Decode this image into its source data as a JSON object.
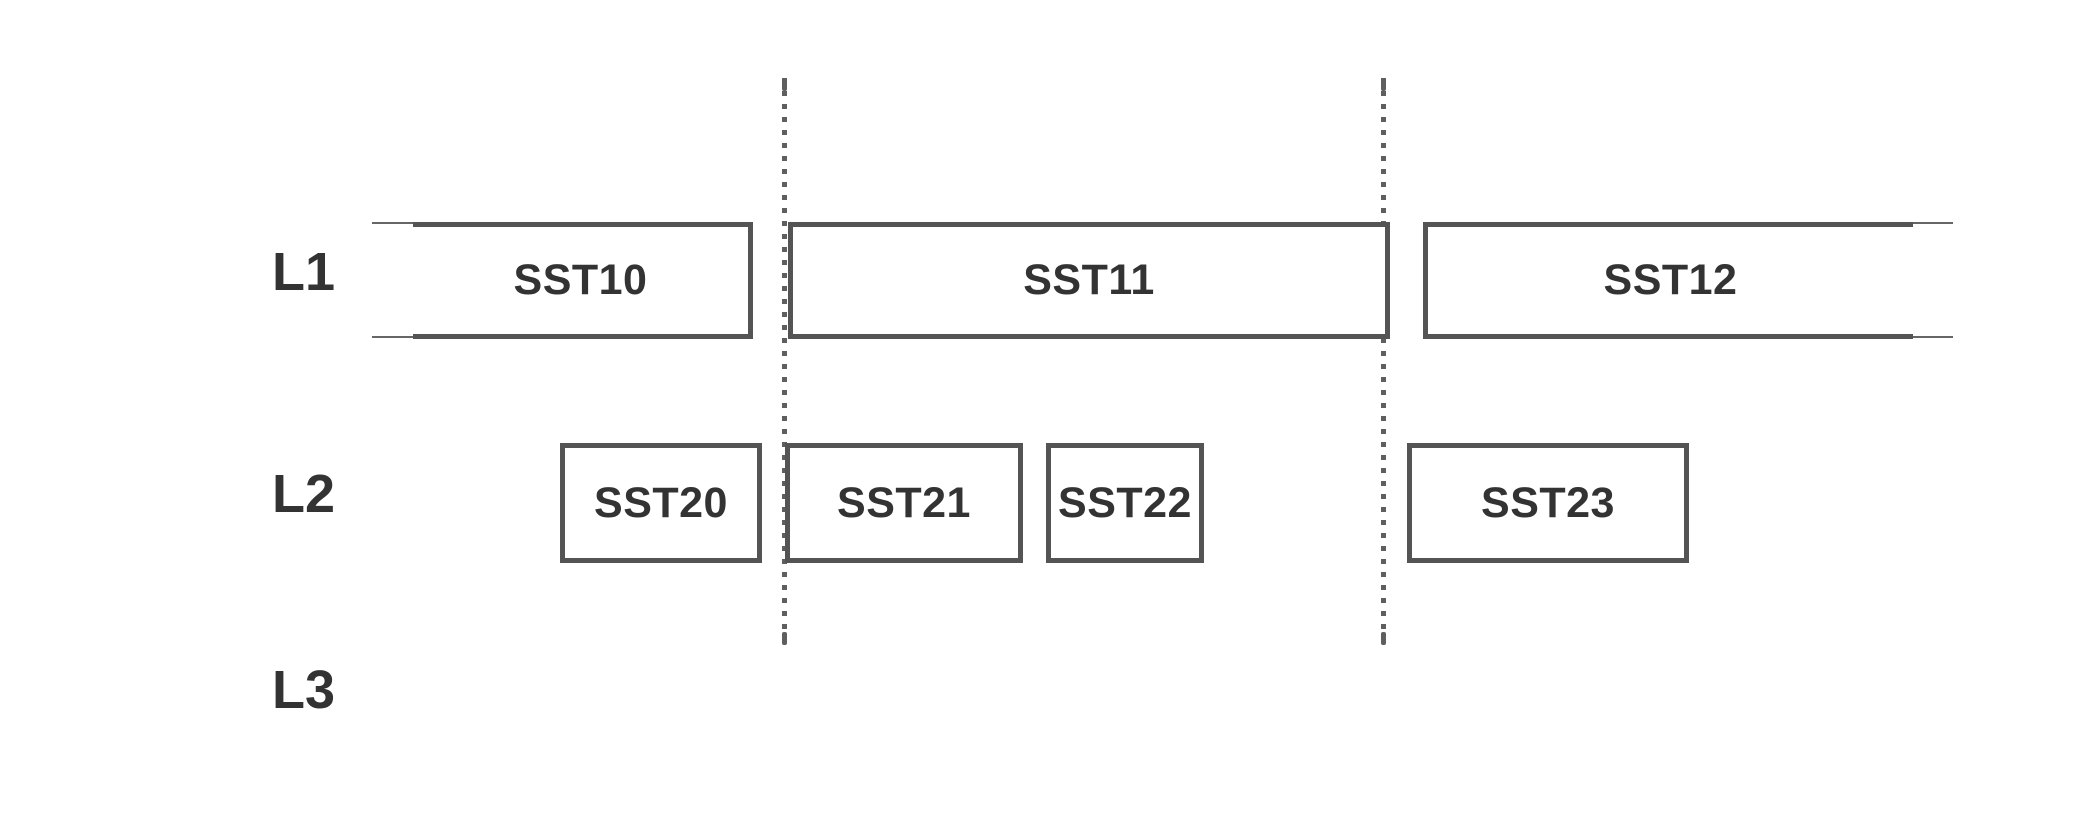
{
  "diagram": {
    "type": "swimlane-timeline",
    "background_color": "#ffffff",
    "colors": {
      "box_border": "#545454",
      "box_fill": "#ffffff",
      "label_text": "#333333",
      "divider_dots": "#5f5f5f",
      "lane_stub_line": "#666666"
    },
    "lanes": [
      {
        "label": "L1",
        "boxes": [
          "SST10",
          "SST11",
          "SST12"
        ]
      },
      {
        "label": "L2",
        "boxes": [
          "SST20",
          "SST21",
          "SST22",
          "SST23"
        ]
      },
      {
        "label": "L3",
        "boxes": []
      }
    ],
    "divider_count": 2,
    "notes": {
      "l1_open_ends": "SST10 is open on its left edge and SST12 is open on its right edge; thin lane lines continue outward at both outer ends",
      "dividers": "two vertical dotted lines aligned with the left and right edges of SST11, spanning from above lane L1 to below lane L2"
    }
  }
}
